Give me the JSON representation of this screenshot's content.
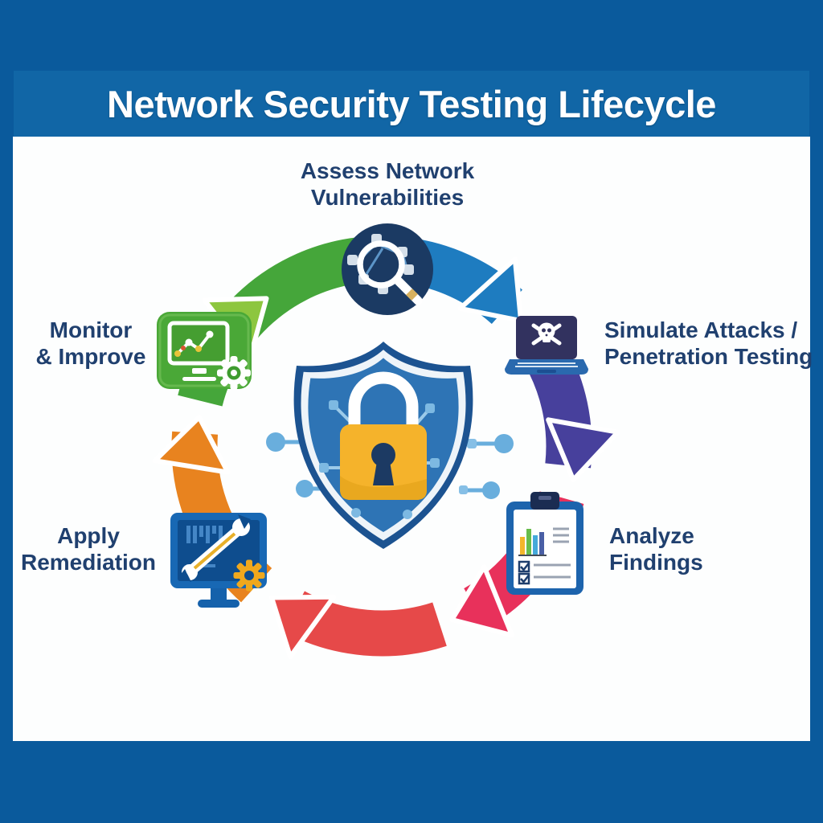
{
  "title": "Network Security Testing Lifecycle",
  "stages": [
    {
      "id": "assess",
      "line1": "Assess Network",
      "line2": "Vulnerabilities",
      "icon": "magnifier-network-icon"
    },
    {
      "id": "simulate",
      "line1": "Simulate Attacks /",
      "line2": "Penetration Testing",
      "icon": "hacker-laptop-skull-icon"
    },
    {
      "id": "analyze",
      "line1": "Analyze",
      "line2": "Findings",
      "icon": "clipboard-report-icon"
    },
    {
      "id": "apply",
      "line1": "Apply",
      "line2": "Remediation",
      "icon": "monitor-wrench-gear-icon"
    },
    {
      "id": "monitor",
      "line1": "Monitor",
      "line2": "& Improve",
      "icon": "monitor-chart-gear-icon"
    }
  ],
  "center_icon": "shield-padlock-icon",
  "colors": {
    "frame_blue": "#0a5a9c",
    "banner_blue": "#1166a6",
    "title_white": "#ffffff",
    "panel_white": "#fdfefe",
    "label_navy": "#20406f",
    "arc_green": "#45a63a",
    "arc_blue": "#1e7cc0",
    "arc_indigo": "#47409c",
    "arc_crimson": "#e8315b",
    "arc_red": "#e64949",
    "arc_orange": "#e8831f",
    "arrow_light_green": "#8dc63f",
    "badge_navy": "#1b3a63",
    "shield_border": "#1c5391",
    "shield_fill": "#2e74b5",
    "lock_gold": "#f5b32b",
    "circuit_light_blue": "#8ec3e8",
    "node_blue": "#69aedd",
    "icon_green": "#4aa837",
    "monitor_blue": "#1868b4",
    "screen_dark_blue": "#0e4d8e",
    "laptop_screen_navy": "#32325f",
    "laptop_base_blue": "#2a69ae",
    "clipboard_blue": "#1d64ad",
    "gear_gold": "#f0a81d"
  }
}
